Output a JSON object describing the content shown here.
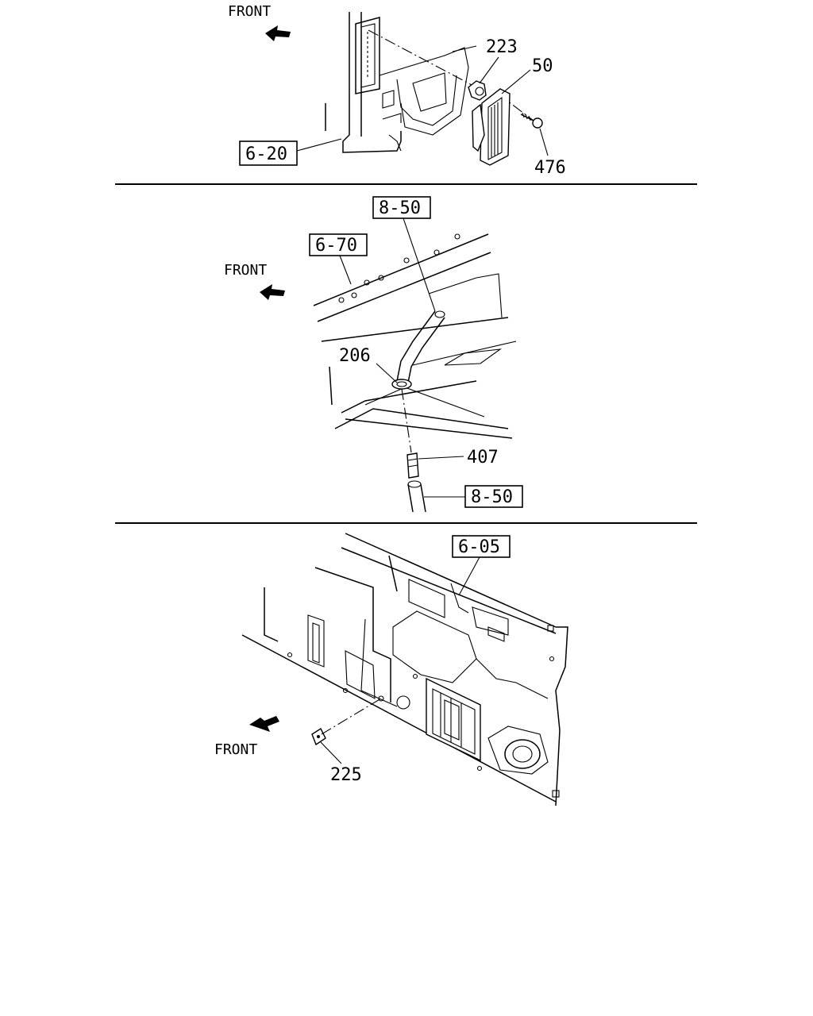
{
  "panels": [
    {
      "front_label": "FRONT",
      "ref_boxes": [
        "6-20"
      ],
      "callouts": [
        "223",
        "50",
        "476"
      ]
    },
    {
      "front_label": "FRONT",
      "ref_boxes": [
        "8-50",
        "6-70",
        "8-50"
      ],
      "callouts": [
        "206",
        "407"
      ]
    },
    {
      "front_label": "FRONT",
      "ref_boxes": [
        "6-05"
      ],
      "callouts": [
        "225"
      ]
    }
  ]
}
